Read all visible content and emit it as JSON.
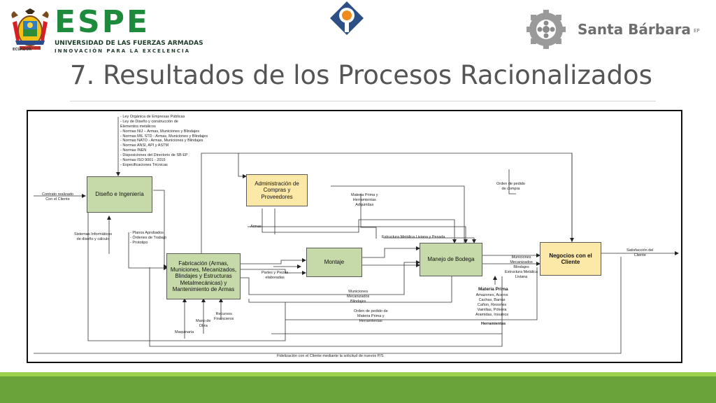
{
  "header": {
    "espe": {
      "name": "ESPE",
      "university": "UNIVERSIDAD DE LAS FUERZAS ARMADAS",
      "motto": "INNOVACIÓN PARA LA EXCELENCIA",
      "country": "ECUADOR"
    },
    "santa_barbara": {
      "name": "Santa Bárbara",
      "suffix": "EP"
    },
    "title": "7. Resultados de los Procesos Racionalizados"
  },
  "colors": {
    "green_box": "#c6d9a9",
    "yellow_box": "#fde9a7",
    "brand_green": "#1e8a3c",
    "footer_green": "#6aa33a"
  },
  "diagram": {
    "boxes": {
      "design": "Diseño e Ingeniería",
      "purchasing": "Administración de Compras y Proveedores",
      "fabrication": "Fabricación (Armas, Municiones, Mecanizados, Blindajes y Estructuras Metalmecánicas) y Mantenimiento de Armas",
      "assembly": "Montaje",
      "warehouse": "Manejo de Bodega",
      "business": "Negocios con el Cliente"
    },
    "labels": {
      "norms": "- Ley Orgánica de Empresas Públicas\n- Ley de Diseño y construcción de\nElementos metálicos\n- Normas NIJ – Armas, Municiones y Blindajes\n- Normas MIL STD - Armas, Municiones y Blindajes\n- Normas NATO - Armas, Municiones y Blindajes\n- Normas ANSI, API y ASTM\n- Normas INEN\n- Disposiciones del Directorio de SB EP\n- Normas ISO 9001 - 2015\n- Especificaciones Técnicas",
      "contract": "Contrato realizado\nCon el Cliente",
      "systems": "Sistemas Informáticos\nde diseño y cálculo",
      "plans": "- Planos Aprobados\n- Órdenes de Trabajo\n- Prototipo",
      "armas": "Armas",
      "raw_acquired": "Materia Prima y\nHerramientas\nAdquiridas",
      "purchase_order": "Orden de pedido\nde compra",
      "structure": "Estructura Metálica Liviana y Pesada",
      "parts": "Partes y Piezas\nelaboradas",
      "ammo1": "Municiones\nMecanizados\nBlindajes",
      "ammo2": "Municiones\nMecanizados\nBlindajes\nEstructura Metálica\nLiviana",
      "order_raw": "Orden de pedido de\nMateria Prima y\nHerramientas",
      "raw_title": "Materia Prima",
      "raw_list": "Amazones, Aceros\nCachas, Barras\nCañon, Resortes\nVainillas, Pólvora\nAramidas, Insumos",
      "tools": "Herramientas",
      "satisfaction": "Satisfacción del\nCliente",
      "labor": "Mano de\nObra",
      "finance": "Recursos\nFinancieros",
      "machinery": "Maquinaria",
      "loyalty": "Fidelización con el Cliente mediante la solicitud de nuevos P/S"
    }
  }
}
